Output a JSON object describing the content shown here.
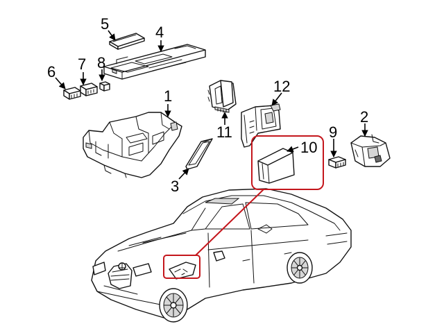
{
  "callouts": [
    {
      "id": "1",
      "text": "1"
    },
    {
      "id": "2",
      "text": "2"
    },
    {
      "id": "3",
      "text": "3"
    },
    {
      "id": "4",
      "text": "4"
    },
    {
      "id": "5",
      "text": "5"
    },
    {
      "id": "6",
      "text": "6"
    },
    {
      "id": "7",
      "text": "7"
    },
    {
      "id": "8",
      "text": "8"
    },
    {
      "id": "9",
      "text": "9"
    },
    {
      "id": "10",
      "text": "10"
    },
    {
      "id": "11",
      "text": "11"
    },
    {
      "id": "12",
      "text": "12"
    }
  ],
  "colors": {
    "highlight": "#c4161c",
    "line": "#111111",
    "background": "#ffffff"
  }
}
